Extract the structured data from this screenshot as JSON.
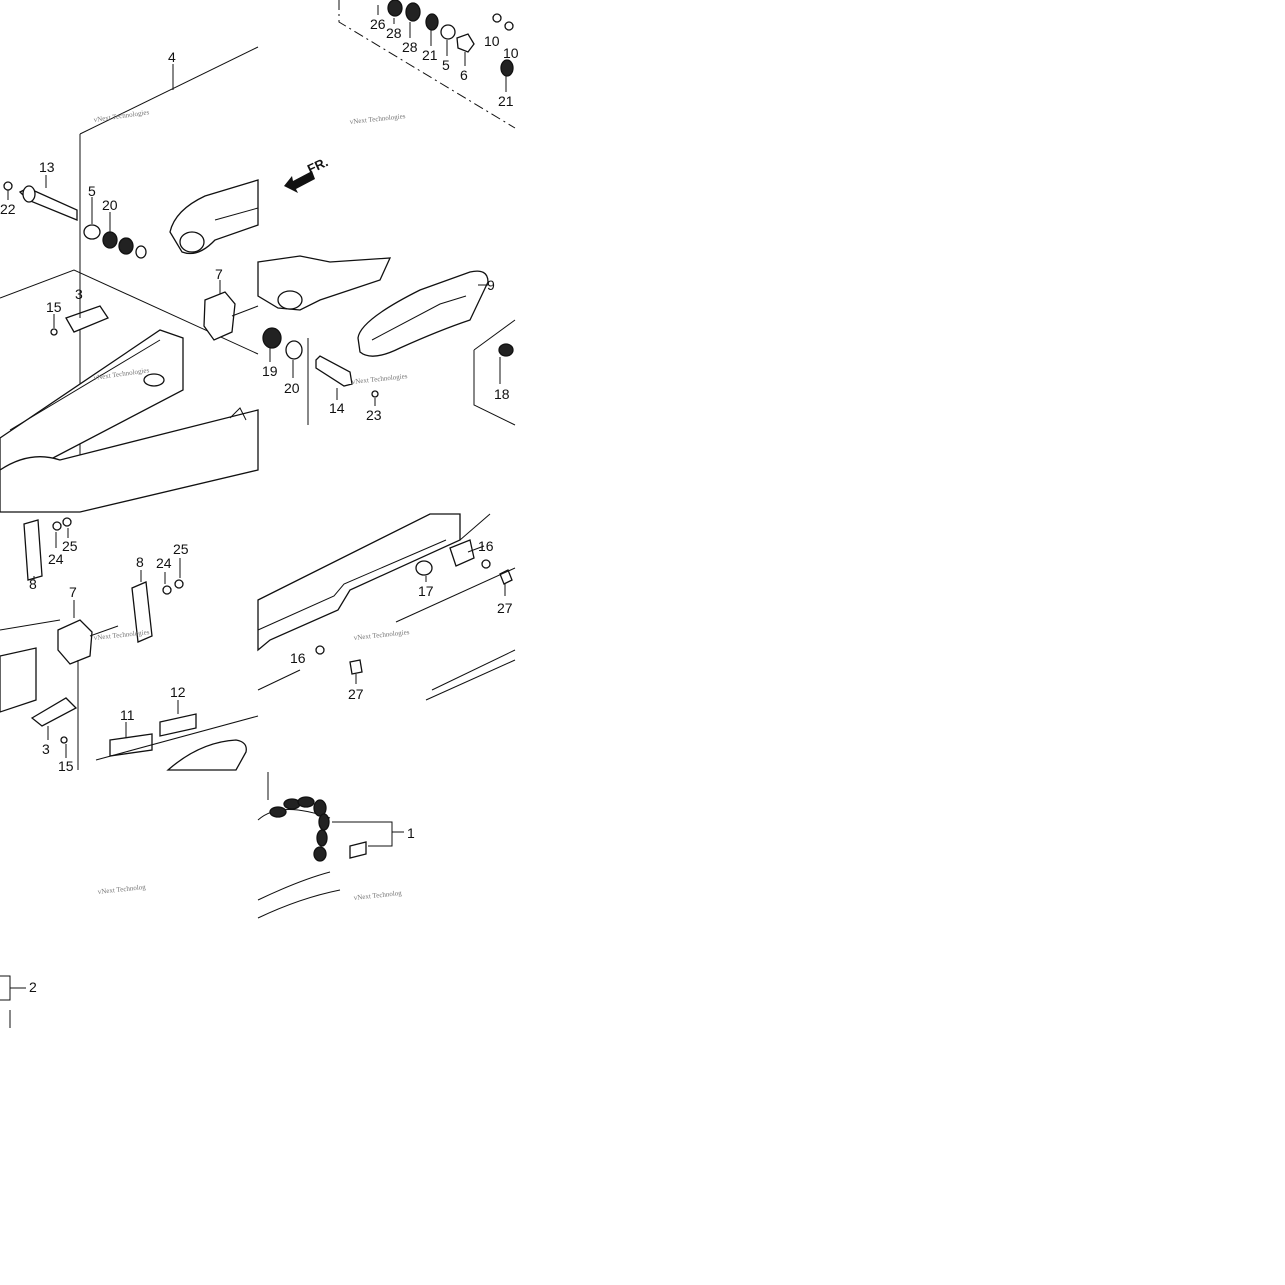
{
  "callouts": {
    "c26": "26",
    "c28a": "28",
    "c28b": "28",
    "c21a": "21",
    "c5a": "5",
    "c6": "6",
    "c10a": "10",
    "c10b": "10",
    "c21b": "21",
    "c4": "4",
    "c13": "13",
    "c22": "22",
    "c5b": "5",
    "c20a": "20",
    "c15a": "15",
    "c3a": "3",
    "c7a": "7",
    "c19": "19",
    "c20b": "20",
    "c14": "14",
    "c23": "23",
    "c9": "9",
    "c18": "18",
    "c25a": "25",
    "c24a": "24",
    "c8a": "8",
    "c8b": "8",
    "c24b": "24",
    "c25b": "25",
    "c7b": "7",
    "c16a": "16",
    "c17": "17",
    "c27a": "27",
    "c16b": "16",
    "c27b": "27",
    "c12": "12",
    "c11": "11",
    "c3b": "3",
    "c15b": "15",
    "c1": "1",
    "c2": "2"
  },
  "front_arrow": {
    "label": "FR."
  },
  "watermark": {
    "text": "vNext Technologies",
    "short": "vNext Technolog"
  }
}
